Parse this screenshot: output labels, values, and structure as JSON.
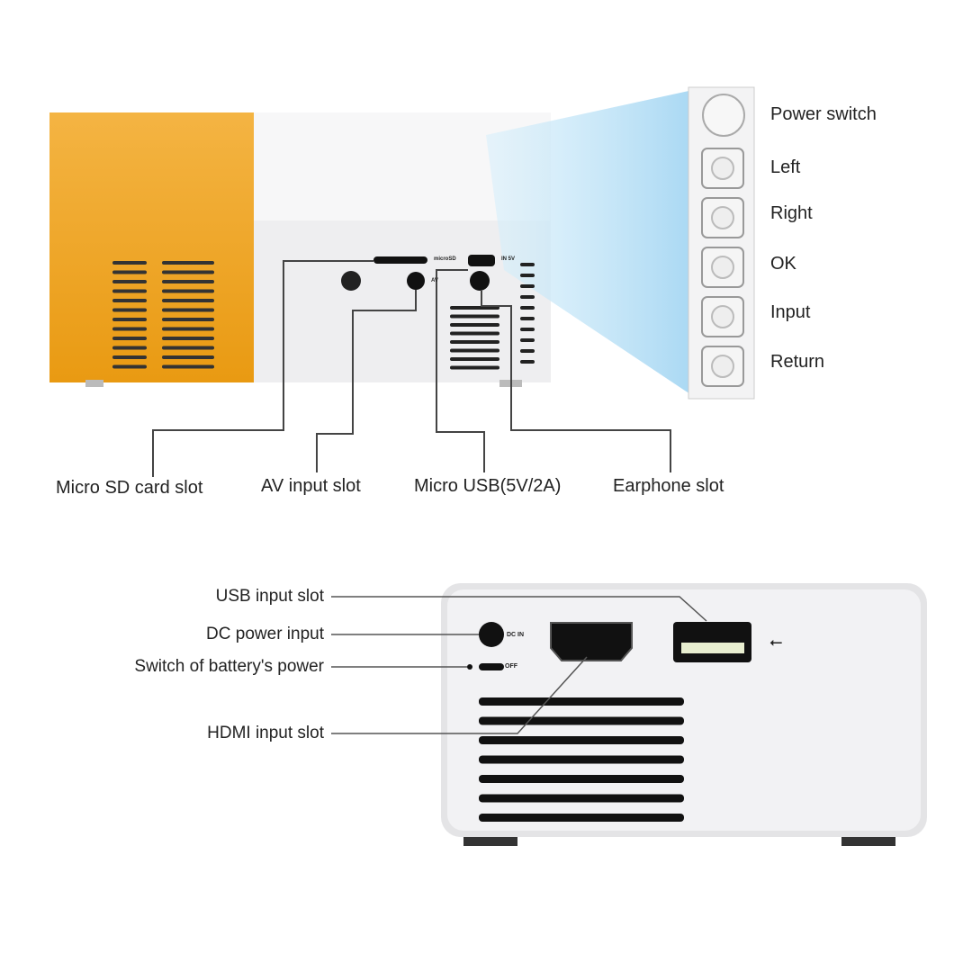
{
  "top_view": {
    "port_labels": [
      "Micro SD card slot",
      "AV input slot",
      "Micro USB(5V/2A)",
      "Earphone slot"
    ],
    "printed_marks": {
      "microsd": "microSD",
      "av": "AV",
      "power_in": "IN 5V"
    }
  },
  "buttons": [
    {
      "icon": "power-icon",
      "label": "Power switch"
    },
    {
      "icon": "left-icon",
      "label": "Left"
    },
    {
      "icon": "right-icon",
      "label": "Right"
    },
    {
      "icon": "ok-icon",
      "label": "OK"
    },
    {
      "icon": "input-icon",
      "label": "Input"
    },
    {
      "icon": "return-icon",
      "label": "Return"
    }
  ],
  "back_view": {
    "labels": [
      "USB input slot",
      "DC power input",
      "Switch of battery's power",
      "HDMI input slot"
    ],
    "printed_marks": {
      "dc": "DC IN",
      "switch": "OFF"
    }
  },
  "colors": {
    "orange": "#f0a623",
    "body": "#f1f1f3",
    "beam": "#bfe3f7"
  }
}
